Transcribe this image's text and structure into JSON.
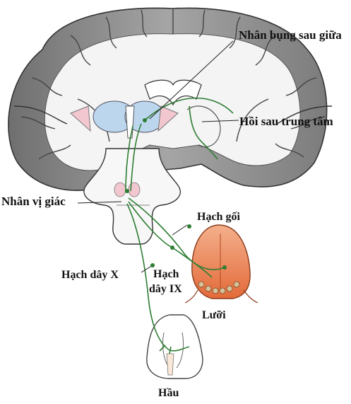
{
  "labels": {
    "nucleus_vpm": "Nhân bụng sau giữa",
    "postcentral_gyrus": "Hồi sau trung tâm",
    "gustatory_nucleus": "Nhân vị giác",
    "geniculate_ganglion": "Hạch gối",
    "vagus_ganglion": "Hạch dây X",
    "glossopharyngeal_ganglion_line1": "Hạch",
    "glossopharyngeal_ganglion_line2": "dây IX",
    "tongue": "Lưỡi",
    "pharynx": "Hầu"
  },
  "colors": {
    "pathway": "#2e7d32",
    "cortex": "#8a8a8a",
    "thalamus": "#bcd6ee",
    "putamen": "#f2c7cf",
    "tongue": "#ef8a5c"
  }
}
